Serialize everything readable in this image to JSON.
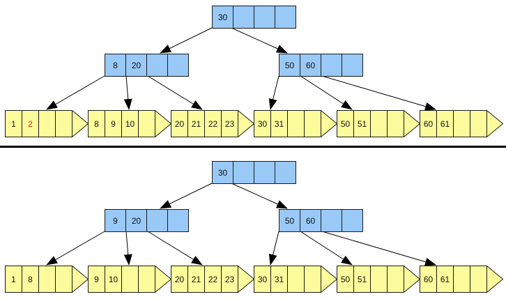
{
  "colors": {
    "internal_fill": "#99c9f7",
    "leaf_fill": "#fdfc9c",
    "stroke": "#1a1a1a",
    "key_text": "#111111",
    "highlight_text": "#dd2211",
    "divider": "#000000"
  },
  "diagrams": [
    {
      "internal_nodes": [
        {
          "keys": [
            "30",
            "",
            "",
            ""
          ]
        },
        {
          "keys": [
            "8",
            "20",
            "",
            ""
          ]
        },
        {
          "keys": [
            "50",
            "60",
            "",
            ""
          ]
        }
      ],
      "leaf_nodes": [
        {
          "keys": [
            "1",
            "2",
            "",
            ""
          ],
          "highlight": [
            1
          ]
        },
        {
          "keys": [
            "8",
            "9",
            "10",
            ""
          ]
        },
        {
          "keys": [
            "20",
            "21",
            "22",
            "23"
          ]
        },
        {
          "keys": [
            "30",
            "31",
            "",
            ""
          ]
        },
        {
          "keys": [
            "50",
            "51",
            "",
            ""
          ]
        },
        {
          "keys": [
            "60",
            "61",
            "",
            ""
          ]
        }
      ]
    },
    {
      "internal_nodes": [
        {
          "keys": [
            "30",
            "",
            "",
            ""
          ]
        },
        {
          "keys": [
            "9",
            "20",
            "",
            ""
          ]
        },
        {
          "keys": [
            "50",
            "60",
            "",
            ""
          ]
        }
      ],
      "leaf_nodes": [
        {
          "keys": [
            "1",
            "8",
            "",
            ""
          ]
        },
        {
          "keys": [
            "9",
            "10",
            "",
            ""
          ]
        },
        {
          "keys": [
            "20",
            "21",
            "22",
            "23"
          ]
        },
        {
          "keys": [
            "30",
            "31",
            "",
            ""
          ]
        },
        {
          "keys": [
            "50",
            "51",
            "",
            ""
          ]
        },
        {
          "keys": [
            "60",
            "61",
            "",
            ""
          ]
        }
      ]
    }
  ]
}
